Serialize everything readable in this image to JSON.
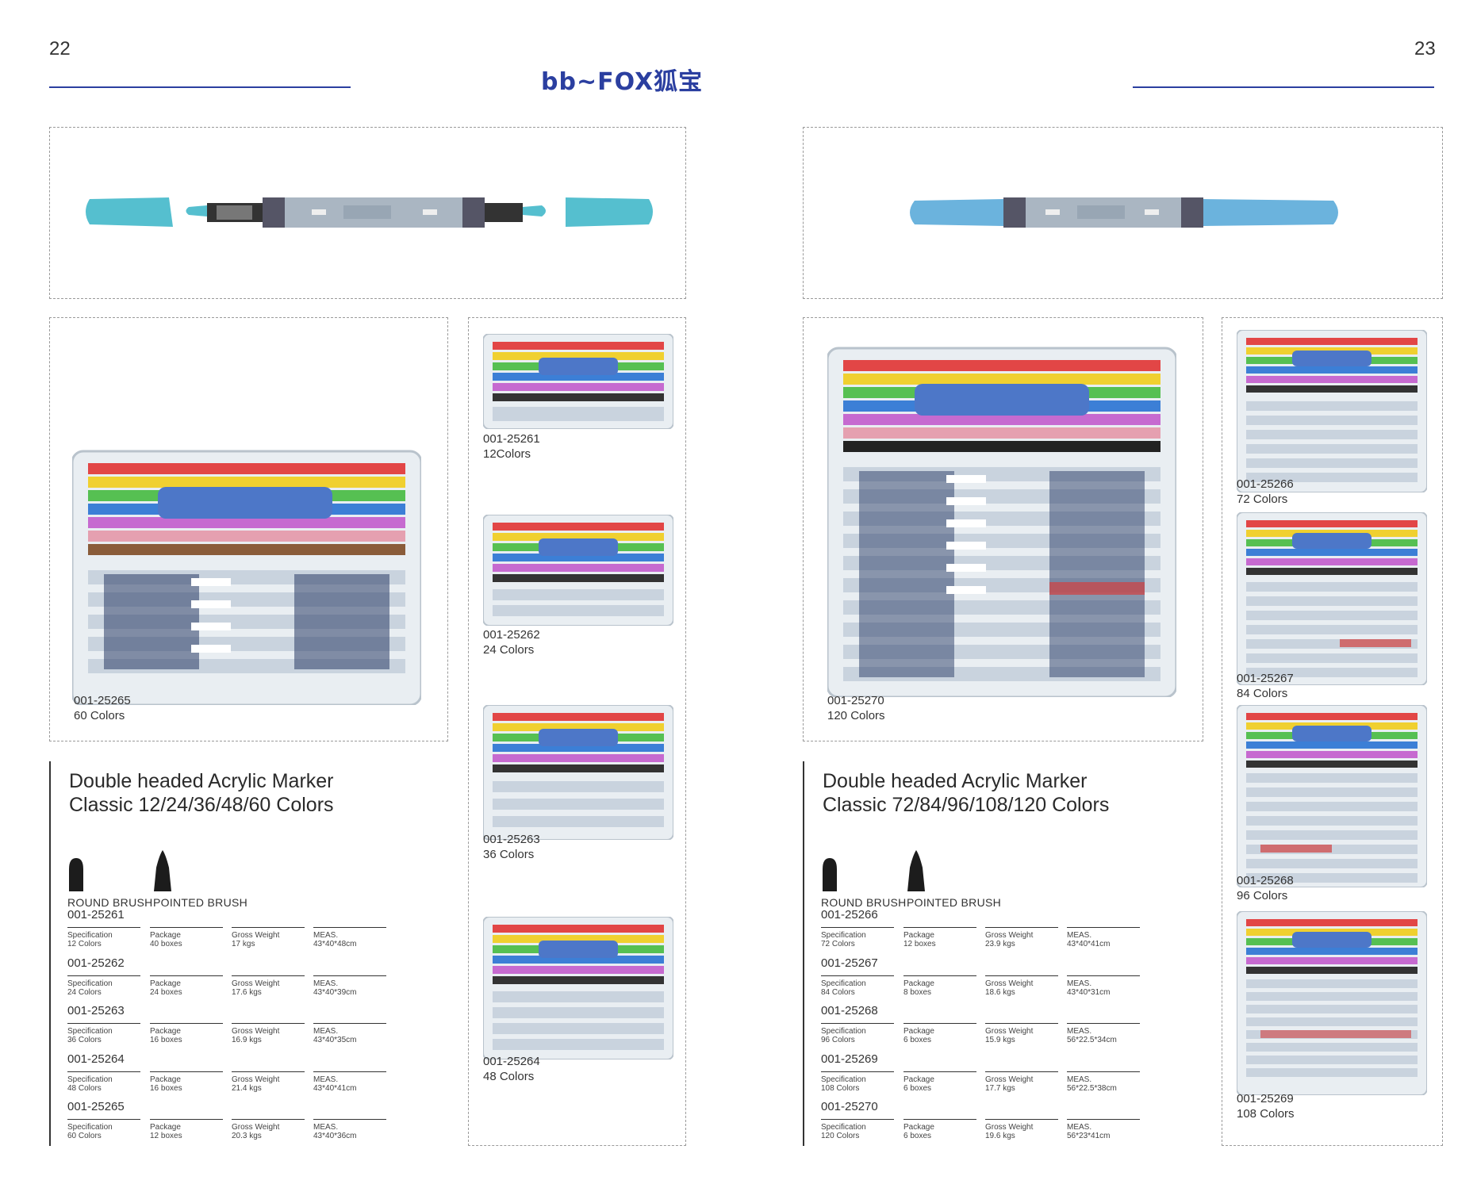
{
  "pages": {
    "left_number": "22",
    "right_number": "23"
  },
  "brand": {
    "name": "bb~FOX狐宝"
  },
  "colors": {
    "accent": "#2b3fa0",
    "marker_cap": "#55bfcf",
    "marker_cap_right": "#6bb3dd"
  },
  "left": {
    "main_caption": {
      "code": "001-25265",
      "colors": "60 Colors"
    },
    "side_captions": [
      {
        "code": "001-25261",
        "colors": "12Colors"
      },
      {
        "code": "001-25262",
        "colors": "24 Colors"
      },
      {
        "code": "001-25263",
        "colors": "36 Colors"
      },
      {
        "code": "001-25264",
        "colors": "48 Colors"
      }
    ],
    "title_line1": "Double headed Acrylic Marker",
    "title_line2": "Classic 12/24/36/48/60 Colors",
    "brush_round": "ROUND BRUSH",
    "brush_pointed": "POINTED BRUSH",
    "specs": [
      {
        "code": "001-25261",
        "spec_label": "Specification",
        "spec": "12 Colors",
        "pkg_label": "Package",
        "pkg": "40 boxes",
        "gw_label": "Gross Weight",
        "gw": "17 kgs",
        "meas_label": "MEAS.",
        "meas": "43*40*48cm"
      },
      {
        "code": "001-25262",
        "spec_label": "Specification",
        "spec": "24 Colors",
        "pkg_label": "Package",
        "pkg": "24 boxes",
        "gw_label": "Gross Weight",
        "gw": "17.6 kgs",
        "meas_label": "MEAS.",
        "meas": "43*40*39cm"
      },
      {
        "code": "001-25263",
        "spec_label": "Specification",
        "spec": "36 Colors",
        "pkg_label": "Package",
        "pkg": "16 boxes",
        "gw_label": "Gross Weight",
        "gw": "16.9 kgs",
        "meas_label": "MEAS.",
        "meas": "43*40*35cm"
      },
      {
        "code": "001-25264",
        "spec_label": "Specification",
        "spec": "48 Colors",
        "pkg_label": "Package",
        "pkg": "16 boxes",
        "gw_label": "Gross Weight",
        "gw": "21.4 kgs",
        "meas_label": "MEAS.",
        "meas": "43*40*41cm"
      },
      {
        "code": "001-25265",
        "spec_label": "Specification",
        "spec": "60 Colors",
        "pkg_label": "Package",
        "pkg": "12 boxes",
        "gw_label": "Gross Weight",
        "gw": "20.3 kgs",
        "meas_label": "MEAS.",
        "meas": "43*40*36cm"
      }
    ]
  },
  "right": {
    "main_caption": {
      "code": "001-25270",
      "colors": "120 Colors"
    },
    "side_captions": [
      {
        "code": "001-25266",
        "colors": "72 Colors"
      },
      {
        "code": "001-25267",
        "colors": "84 Colors"
      },
      {
        "code": "001-25268",
        "colors": "96 Colors"
      },
      {
        "code": "001-25269",
        "colors": "108 Colors"
      }
    ],
    "title_line1": "Double headed Acrylic Marker",
    "title_line2": "Classic 72/84/96/108/120 Colors",
    "brush_round": "ROUND BRUSH",
    "brush_pointed": "POINTED BRUSH",
    "specs": [
      {
        "code": "001-25266",
        "spec_label": "Specification",
        "spec": "72 Colors",
        "pkg_label": "Package",
        "pkg": "12 boxes",
        "gw_label": "Gross Weight",
        "gw": "23.9 kgs",
        "meas_label": "MEAS.",
        "meas": "43*40*41cm"
      },
      {
        "code": "001-25267",
        "spec_label": "Specification",
        "spec": "84 Colors",
        "pkg_label": "Package",
        "pkg": "8 boxes",
        "gw_label": "Gross Weight",
        "gw": "18.6 kgs",
        "meas_label": "MEAS.",
        "meas": "43*40*31cm"
      },
      {
        "code": "001-25268",
        "spec_label": "Specification",
        "spec": "96 Colors",
        "pkg_label": "Package",
        "pkg": "6 boxes",
        "gw_label": "Gross Weight",
        "gw": "15.9 kgs",
        "meas_label": "MEAS.",
        "meas": "56*22.5*34cm"
      },
      {
        "code": "001-25269",
        "spec_label": "Specification",
        "spec": "108 Colors",
        "pkg_label": "Package",
        "pkg": "6 boxes",
        "gw_label": "Gross Weight",
        "gw": "17.7 kgs",
        "meas_label": "MEAS.",
        "meas": "56*22.5*38cm"
      },
      {
        "code": "001-25270",
        "spec_label": "Specification",
        "spec": "120 Colors",
        "pkg_label": "Package",
        "pkg": "6 boxes",
        "gw_label": "Gross Weight",
        "gw": "19.6 kgs",
        "meas_label": "MEAS.",
        "meas": "56*23*41cm"
      }
    ]
  }
}
